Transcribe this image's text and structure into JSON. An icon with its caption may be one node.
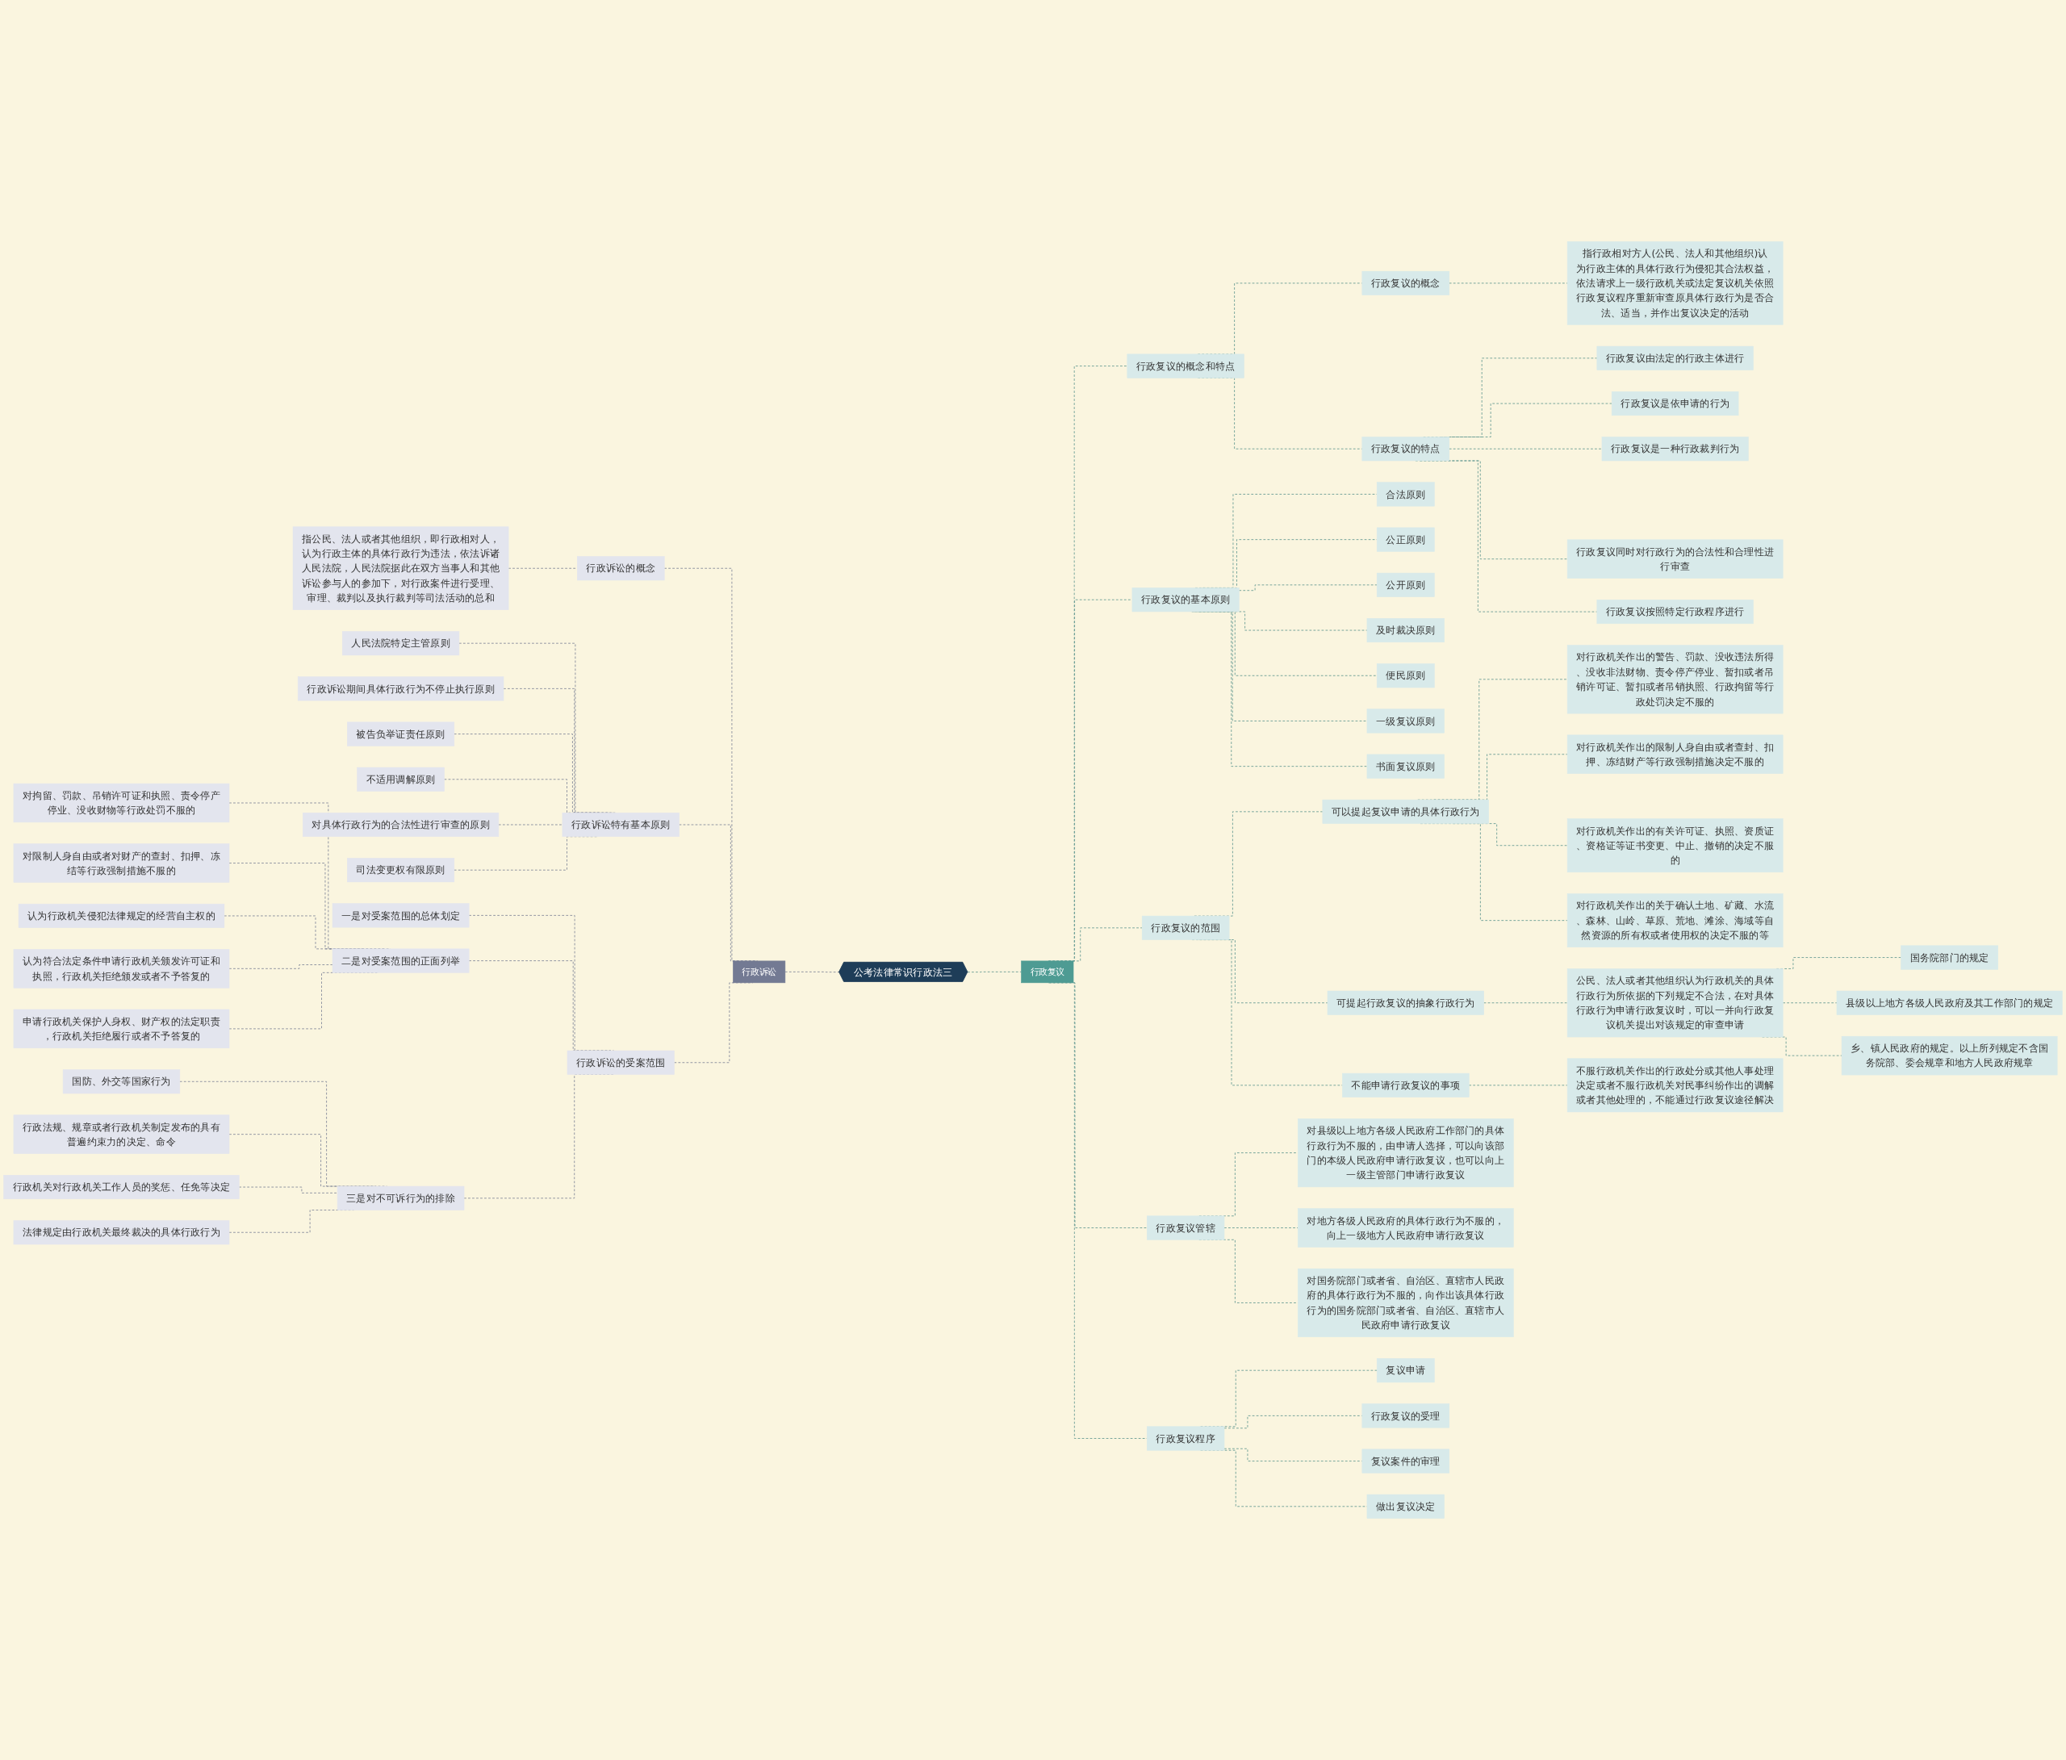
{
  "diagram": {
    "nodes": [
      {
        "text": [
          "公考法律常识行政法三"
        ]
      },
      {
        "text": [
          "行政诉讼"
        ]
      },
      {
        "text": [
          "行政诉讼的概念"
        ]
      },
      {
        "text": [
          "指公民、法人或者其他组织，即行政相对人，认为行政主体的具体行政行为违法，依法诉诸人民法院，人民法院据此在双方当事人和其他诉讼参与人的参加下，对行政案件进行受理、审理、裁判以及执行裁判等司法活动的总和"
        ]
      },
      {
        "text": [
          "行政诉讼特有基本原则"
        ]
      },
      {
        "text": [
          "人民法院特定主管原则"
        ]
      },
      {
        "text": [
          "行政诉讼期间具体行政行为不停止执行原则"
        ]
      },
      {
        "text": [
          "被告负举证责任原则"
        ]
      },
      {
        "text": [
          "不适用调解原则"
        ]
      },
      {
        "text": [
          "对具体行政行为的合法性进行审查的原则"
        ]
      },
      {
        "text": [
          "司法变更权有限原则"
        ]
      },
      {
        "text": [
          "行政诉讼的受案范围"
        ]
      },
      {
        "text": [
          "一是对受案范围的总体划定"
        ]
      },
      {
        "text": [
          "二是对受案范围的正面列举"
        ]
      },
      {
        "text": [
          "对拘留、罚款、吊销许可证和执照、责令停产停业、没收财物等行政处罚不服的"
        ]
      },
      {
        "text": [
          "对限制人身自由或者对财产的查封、扣押、冻结等行政强制措施不服的"
        ]
      },
      {
        "text": [
          "认为行政机关侵犯法律规定的经营自主权的"
        ]
      },
      {
        "text": [
          "认为符合法定条件申请行政机关颁发许可证和执照，行政机关拒绝颁发或者不予答复的"
        ]
      },
      {
        "text": [
          "申请行政机关保护人身权、财产权的法定职责，行政机关拒绝履行或者不予答复的"
        ]
      },
      {
        "text": [
          "三是对不可诉行为的排除"
        ]
      },
      {
        "text": [
          "国防、外交等国家行为"
        ]
      },
      {
        "text": [
          "行政法规、规章或者行政机关制定发布的具有普遍约束力的决定、命令"
        ]
      },
      {
        "text": [
          "行政机关对行政机关工作人员的奖惩、任免等决定"
        ]
      },
      {
        "text": [
          "法律规定由行政机关最终裁决的具体行政行为"
        ]
      },
      {
        "text": [
          "行政复议"
        ]
      },
      {
        "text": [
          "行政复议的概念和特点"
        ]
      },
      {
        "text": [
          "行政复议的概念"
        ]
      },
      {
        "text": [
          "指行政相对方人(公民、法人和其他组织)认为行政主体的具体行政行为侵犯其合法权益，依法请求上一级行政机关或法定复议机关依照行政复议程序重新审查原具体行政行为是否合法、适当，并作出复议决定的活动"
        ]
      },
      {
        "text": [
          "行政复议的特点"
        ]
      },
      {
        "text": [
          "行政复议由法定的行政主体进行"
        ]
      },
      {
        "text": [
          "行政复议是依申请的行为"
        ]
      },
      {
        "text": [
          "行政复议是一种行政裁判行为"
        ]
      },
      {
        "text": [
          "行政复议同时对行政行为的合法性和合理性进行审查"
        ]
      },
      {
        "text": [
          "行政复议按照特定行政程序进行"
        ]
      },
      {
        "text": [
          "行政复议的基本原则"
        ]
      },
      {
        "text": [
          "合法原则"
        ]
      },
      {
        "text": [
          "公正原则"
        ]
      },
      {
        "text": [
          "公开原则"
        ]
      },
      {
        "text": [
          "及时裁决原则"
        ]
      },
      {
        "text": [
          "便民原则"
        ]
      },
      {
        "text": [
          "一级复议原则"
        ]
      },
      {
        "text": [
          "书面复议原则"
        ]
      },
      {
        "text": [
          "行政复议的范围"
        ]
      },
      {
        "text": [
          "可以提起复议申请的具体行政行为"
        ]
      },
      {
        "text": [
          "对行政机关作出的警告、罚款、没收违法所得、没收非法财物、责令停产停业、暂扣或者吊销许可证、暂扣或者吊销执照、行政拘留等行政处罚决定不服的"
        ]
      },
      {
        "text": [
          "对行政机关作出的限制人身自由或者查封、扣押、冻结财产等行政强制措施决定不服的"
        ]
      },
      {
        "text": [
          "对行政机关作出的有关许可证、执照、资质证、资格证等证书变更、中止、撤销的决定不服的"
        ]
      },
      {
        "text": [
          "对行政机关作出的关于确认土地、矿藏、水流、森林、山岭、草原、荒地、滩涂、海域等自然资源的所有权或者使用权的决定不服的等"
        ]
      },
      {
        "text": [
          "可提起行政复议的抽象行政行为"
        ]
      },
      {
        "text": [
          "公民、法人或者其他组织认为行政机关的具体行政行为所依据的下列规定不合法，在对具体行政行为申请行政复议时，可以一并向行政复议机关提出对该规定的审查申请"
        ]
      },
      {
        "text": [
          "国务院部门的规定"
        ]
      },
      {
        "text": [
          "县级以上地方各级人民政府及其工作部门的规定"
        ]
      },
      {
        "text": [
          "乡、镇人民政府的规定。以上所列规定不含国务院部、委会规章和地方人民政府规章"
        ]
      },
      {
        "text": [
          "不能申请行政复议的事项"
        ]
      },
      {
        "text": [
          "不服行政机关作出的行政处分或其他人事处理决定或者不服行政机关对民事纠纷作出的调解或者其他处理的，不能通过行政复议途径解决"
        ]
      },
      {
        "text": [
          "行政复议管辖"
        ]
      },
      {
        "text": [
          "对县级以上地方各级人民政府工作部门的具体行政行为不服的，由申请人选择，可以向该部门的本级人民政府申请行政复议，也可以向上一级主管部门申请行政复议"
        ]
      },
      {
        "text": [
          "对地方各级人民政府的具体行政行为不服的，向上一级地方人民政府申请行政复议"
        ]
      },
      {
        "text": [
          "对国务院部门或者省、自治区、直辖市人民政府的具体行政行为不服的，向作出该具体行政行为的国务院部门或者省、自治区、直辖市人民政府申请行政复议"
        ]
      },
      {
        "text": [
          "行政复议程序"
        ]
      },
      {
        "text": [
          "复议申请"
        ]
      },
      {
        "text": [
          "行政复议的受理"
        ]
      },
      {
        "text": [
          "复议案件的审理"
        ]
      },
      {
        "text": [
          "做出复议决定"
        ]
      }
    ],
    "edges": [
      {
        "from": 0,
        "to": 1,
        "arrow": "none",
        "style": "dashed"
      },
      {
        "from": 1,
        "to": 2,
        "arrow": "none",
        "style": "dashed"
      },
      {
        "from": 2,
        "to": 3,
        "arrow": "none",
        "style": "dashed"
      },
      {
        "from": 1,
        "to": 4,
        "arrow": "none",
        "style": "dashed"
      },
      {
        "from": 4,
        "to": 5,
        "arrow": "none",
        "style": "dashed"
      },
      {
        "from": 4,
        "to": 6,
        "arrow": "none",
        "style": "dashed"
      },
      {
        "from": 4,
        "to": 7,
        "arrow": "none",
        "style": "dashed"
      },
      {
        "from": 4,
        "to": 8,
        "arrow": "none",
        "style": "dashed"
      },
      {
        "from": 4,
        "to": 9,
        "arrow": "none",
        "style": "dashed"
      },
      {
        "from": 4,
        "to": 10,
        "arrow": "none",
        "style": "dashed"
      },
      {
        "from": 1,
        "to": 11,
        "arrow": "none",
        "style": "dashed"
      },
      {
        "from": 11,
        "to": 12,
        "arrow": "none",
        "style": "dashed"
      },
      {
        "from": 11,
        "to": 13,
        "arrow": "none",
        "style": "dashed"
      },
      {
        "from": 13,
        "to": 14,
        "arrow": "none",
        "style": "dashed"
      },
      {
        "from": 13,
        "to": 15,
        "arrow": "none",
        "style": "dashed"
      },
      {
        "from": 13,
        "to": 16,
        "arrow": "none",
        "style": "dashed"
      },
      {
        "from": 13,
        "to": 17,
        "arrow": "none",
        "style": "dashed"
      },
      {
        "from": 13,
        "to": 18,
        "arrow": "none",
        "style": "dashed"
      },
      {
        "from": 11,
        "to": 19,
        "arrow": "none",
        "style": "dashed"
      },
      {
        "from": 19,
        "to": 20,
        "arrow": "none",
        "style": "dashed"
      },
      {
        "from": 19,
        "to": 21,
        "arrow": "none",
        "style": "dashed"
      },
      {
        "from": 19,
        "to": 22,
        "arrow": "none",
        "style": "dashed"
      },
      {
        "from": 19,
        "to": 23,
        "arrow": "none",
        "style": "dashed"
      },
      {
        "from": 0,
        "to": 24,
        "arrow": "none",
        "style": "dashed"
      },
      {
        "from": 24,
        "to": 25,
        "arrow": "none",
        "style": "dashed"
      },
      {
        "from": 25,
        "to": 26,
        "arrow": "none",
        "style": "dashed"
      },
      {
        "from": 26,
        "to": 27,
        "arrow": "none",
        "style": "dashed"
      },
      {
        "from": 25,
        "to": 28,
        "arrow": "none",
        "style": "dashed"
      },
      {
        "from": 28,
        "to": 29,
        "arrow": "none",
        "style": "dashed"
      },
      {
        "from": 28,
        "to": 30,
        "arrow": "none",
        "style": "dashed"
      },
      {
        "from": 28,
        "to": 31,
        "arrow": "none",
        "style": "dashed"
      },
      {
        "from": 28,
        "to": 32,
        "arrow": "none",
        "style": "dashed"
      },
      {
        "from": 28,
        "to": 33,
        "arrow": "none",
        "style": "dashed"
      },
      {
        "from": 24,
        "to": 34,
        "arrow": "none",
        "style": "dashed"
      },
      {
        "from": 34,
        "to": 35,
        "arrow": "none",
        "style": "dashed"
      },
      {
        "from": 34,
        "to": 36,
        "arrow": "none",
        "style": "dashed"
      },
      {
        "from": 34,
        "to": 37,
        "arrow": "none",
        "style": "dashed"
      },
      {
        "from": 34,
        "to": 38,
        "arrow": "none",
        "style": "dashed"
      },
      {
        "from": 34,
        "to": 39,
        "arrow": "none",
        "style": "dashed"
      },
      {
        "from": 34,
        "to": 40,
        "arrow": "none",
        "style": "dashed"
      },
      {
        "from": 34,
        "to": 41,
        "arrow": "none",
        "style": "dashed"
      },
      {
        "from": 24,
        "to": 42,
        "arrow": "none",
        "style": "dashed"
      },
      {
        "from": 42,
        "to": 43,
        "arrow": "none",
        "style": "dashed"
      },
      {
        "from": 43,
        "to": 44,
        "arrow": "none",
        "style": "dashed"
      },
      {
        "from": 43,
        "to": 45,
        "arrow": "none",
        "style": "dashed"
      },
      {
        "from": 43,
        "to": 46,
        "arrow": "none",
        "style": "dashed"
      },
      {
        "from": 43,
        "to": 47,
        "arrow": "none",
        "style": "dashed"
      },
      {
        "from": 42,
        "to": 48,
        "arrow": "none",
        "style": "dashed"
      },
      {
        "from": 48,
        "to": 49,
        "arrow": "none",
        "style": "dashed"
      },
      {
        "from": 49,
        "to": 50,
        "arrow": "none",
        "style": "dashed"
      },
      {
        "from": 49,
        "to": 51,
        "arrow": "none",
        "style": "dashed"
      },
      {
        "from": 49,
        "to": 52,
        "arrow": "none",
        "style": "dashed"
      },
      {
        "from": 42,
        "to": 53,
        "arrow": "none",
        "style": "dashed"
      },
      {
        "from": 53,
        "to": 54,
        "arrow": "none",
        "style": "dashed"
      },
      {
        "from": 24,
        "to": 55,
        "arrow": "none",
        "style": "dashed"
      },
      {
        "from": 55,
        "to": 56,
        "arrow": "none",
        "style": "dashed"
      },
      {
        "from": 55,
        "to": 57,
        "arrow": "none",
        "style": "dashed"
      },
      {
        "from": 55,
        "to": 58,
        "arrow": "none",
        "style": "dashed"
      },
      {
        "from": 24,
        "to": 59,
        "arrow": "none",
        "style": "dashed"
      },
      {
        "from": 59,
        "to": 60,
        "arrow": "none",
        "style": "dashed"
      },
      {
        "from": 59,
        "to": 61,
        "arrow": "none",
        "style": "dashed"
      },
      {
        "from": 59,
        "to": 62,
        "arrow": "none",
        "style": "dashed"
      },
      {
        "from": 59,
        "to": 63,
        "arrow": "none",
        "style": "dashed"
      }
    ]
  }
}
